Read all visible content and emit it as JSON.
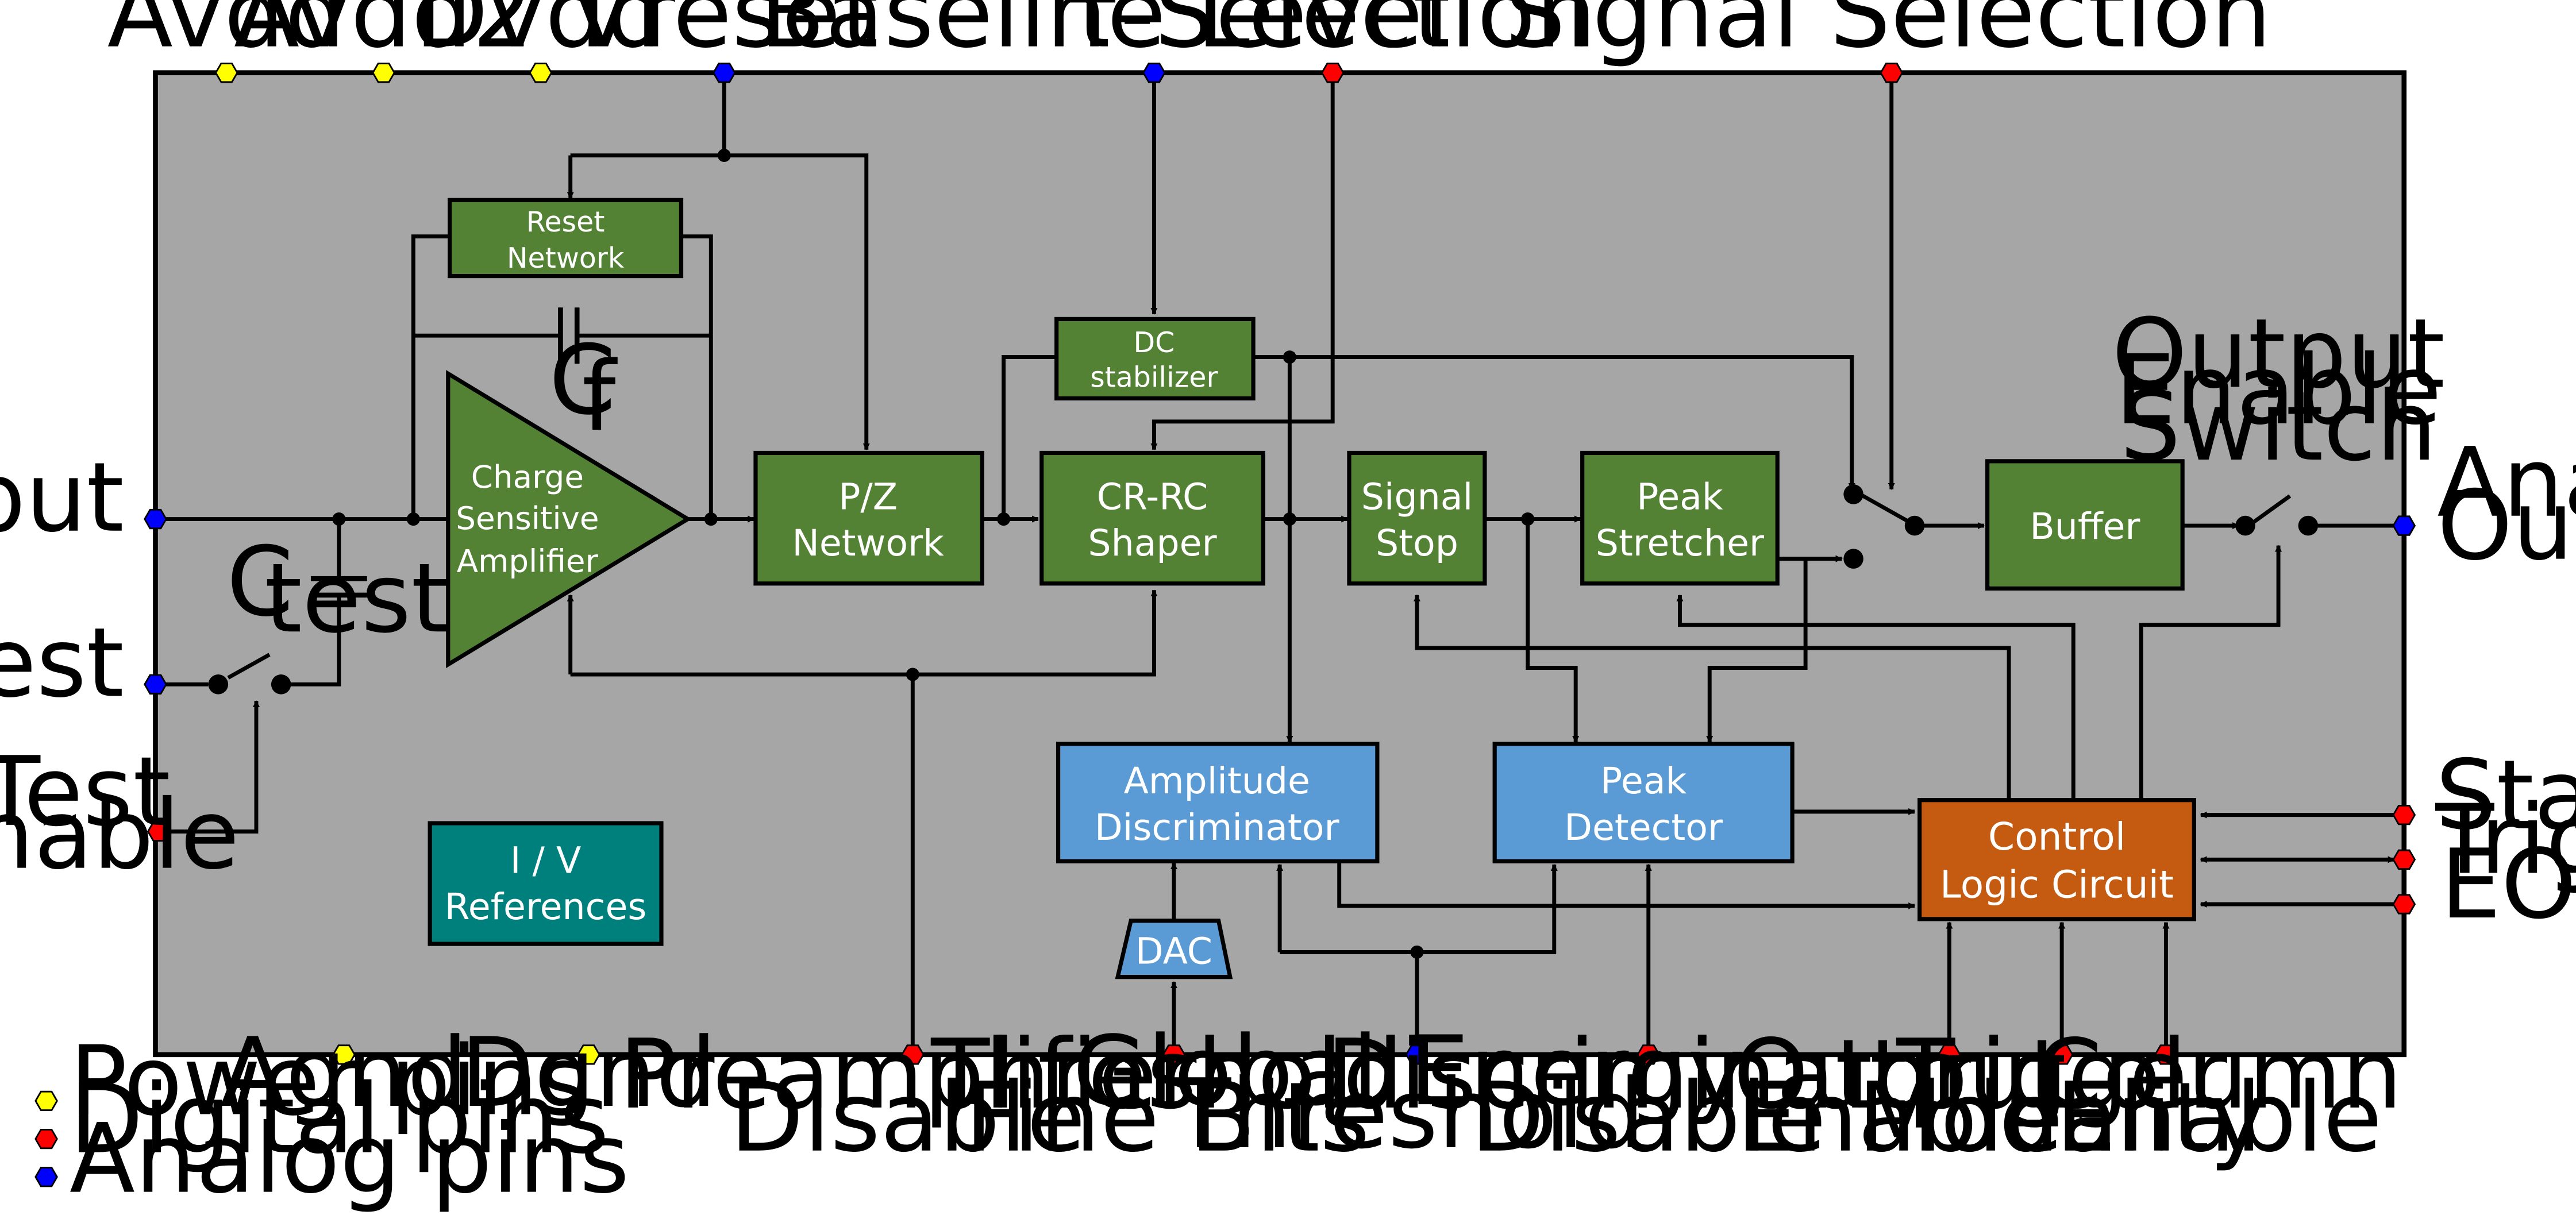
{
  "colors": {
    "chip_bg": "#a6a6a6",
    "green_block": "#548235",
    "blue_block": "#5b9bd5",
    "orange_block": "#c55a11",
    "teal_block": "#00807c",
    "power_pin": "#ffff00",
    "digital_pin": "#ff0000",
    "analog_pin": "#0000ff"
  },
  "top_pins": {
    "avdd": "Avdd",
    "avdd2": "Avdd2",
    "dvdd": "Dvdd",
    "vreset": "Vreset",
    "baseline": "Baseline Level",
    "tau_selection": "τ-Selection",
    "signal_selection": "Signal Selection"
  },
  "left_pins": {
    "input": "Input",
    "vtest": "Vtest",
    "test_enable": [
      "Test",
      "Enable"
    ]
  },
  "right_pins": {
    "analog_output": [
      "Analog",
      "Output"
    ],
    "start": "Start",
    "trigger": "Trigger",
    "eoc": "EOC"
  },
  "bottom_pins": {
    "agnd": "Agnd",
    "dgnd": "Dgnd",
    "preamp_disable": [
      "Preamplifier",
      "Disable"
    ],
    "threshold_fine_bits": [
      "Threshold",
      "Fine Bits"
    ],
    "global_energy_threshold": [
      "Global Energy",
      "Threshold"
    ],
    "discriminator_disable": [
      "Discriminator",
      "Disable"
    ],
    "output_enable": [
      "Output",
      "Enable"
    ],
    "trigger_modality": [
      "Trigger",
      "Modality"
    ],
    "column_enable": [
      "Column",
      "Enable"
    ]
  },
  "blocks": {
    "reset_network": [
      "Reset",
      "Network"
    ],
    "csa": [
      "Charge",
      "Sensitive",
      "Amplifier"
    ],
    "pz_network": [
      "P/Z",
      "Network"
    ],
    "dc_stabilizer": [
      "DC",
      "stabilizer"
    ],
    "cr_rc_shaper": [
      "CR-RC",
      "Shaper"
    ],
    "signal_stop": [
      "Signal",
      "Stop"
    ],
    "peak_stretcher": [
      "Peak",
      "Stretcher"
    ],
    "buffer": "Buffer",
    "amplitude_discriminator": [
      "Amplitude",
      "Discriminator"
    ],
    "peak_detector": [
      "Peak",
      "Detector"
    ],
    "control_logic": [
      "Control",
      "Logic Circuit"
    ],
    "iv_references": [
      "I / V",
      "References"
    ],
    "dac": "DAC"
  },
  "components": {
    "cf": "C",
    "cf_sub": "f",
    "ctest": "C",
    "ctest_sub": "test",
    "output_switch": [
      "Output",
      "Enable",
      "Switch"
    ]
  },
  "legend": {
    "power": "Power pins",
    "digital": "Digital pins",
    "analog": "Analog pins"
  }
}
